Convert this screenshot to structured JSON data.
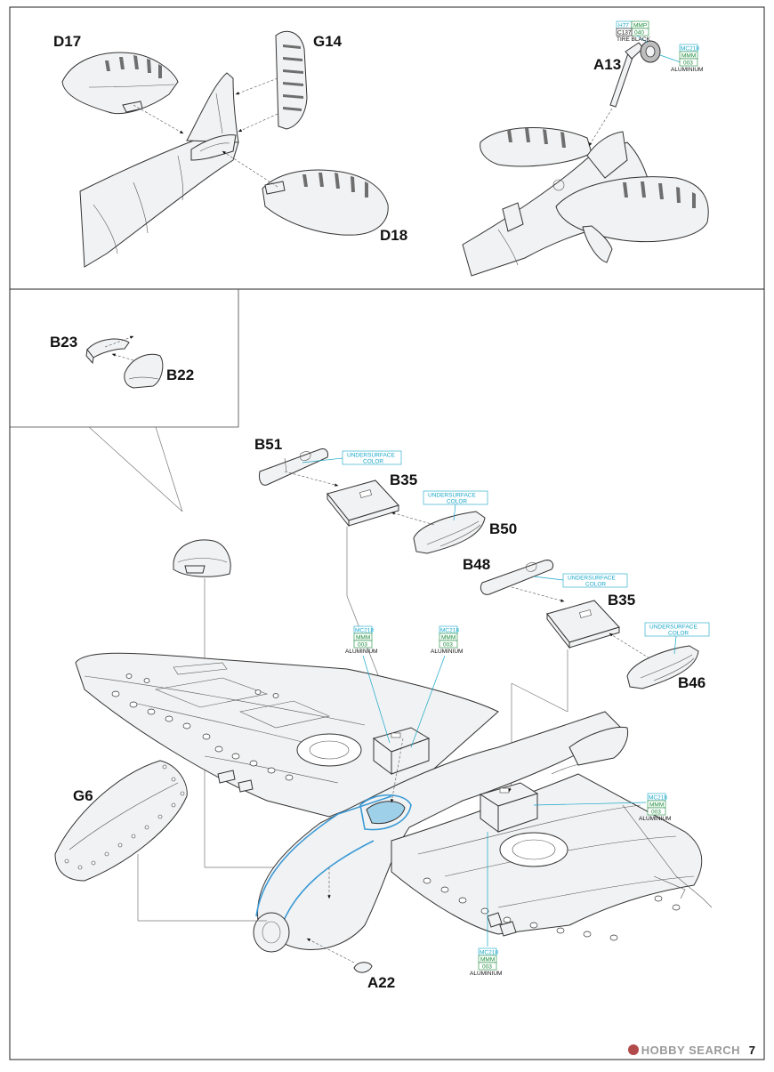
{
  "labels": {
    "d17": "D17",
    "g14": "G14",
    "d18": "D18",
    "a13": "A13",
    "b23": "B23",
    "b22": "B22",
    "b51": "B51",
    "b35_top": "B35",
    "b50": "B50",
    "b48": "B48",
    "b35_right": "B35",
    "b46": "B46",
    "g6": "G6",
    "a22": "A22"
  },
  "tire_callout": {
    "code_h": "H77",
    "code_mmp": "MMP",
    "code_mmp_num": "040",
    "code_c": "C137",
    "name": "TIRE BLACK"
  },
  "alu_callout": {
    "code_mc": "MC218",
    "code_mmm": "MMM",
    "code_num": "003",
    "name": "ALUMINIUM"
  },
  "undersurface": {
    "line1": "UNDERSURFACE",
    "line2": "COLOR"
  },
  "watermark": {
    "text": "HOBBY SEARCH"
  },
  "page_number": "7",
  "colors": {
    "cyan": "#17a7c9",
    "green": "#1a8a3a",
    "outline": "#333333",
    "part_fill": "#f1f2f3"
  }
}
